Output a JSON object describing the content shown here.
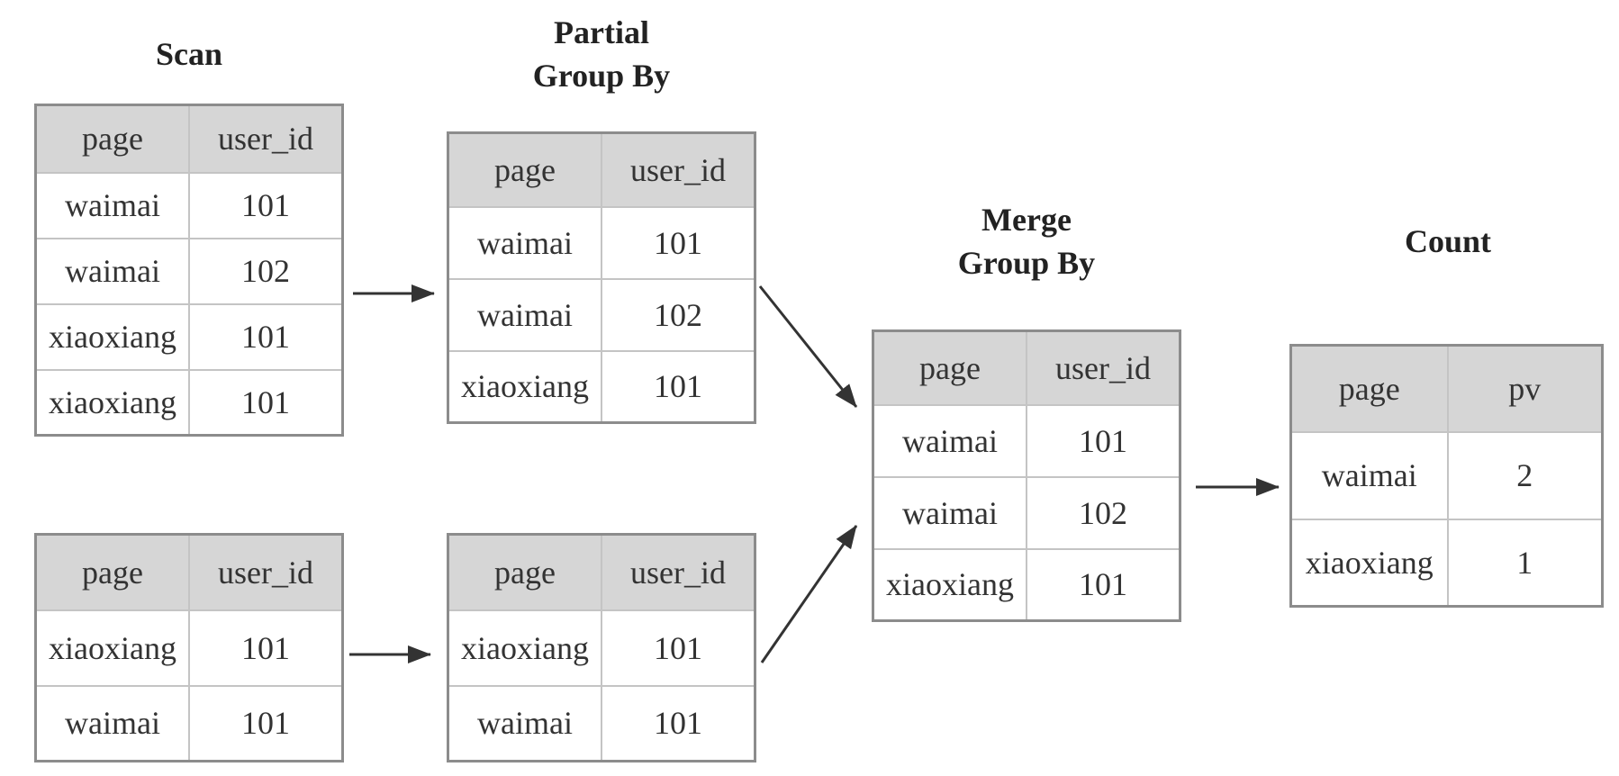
{
  "stages": {
    "scan": {
      "title": "Scan"
    },
    "partial": {
      "title_line1": "Partial",
      "title_line2": "Group By"
    },
    "merge": {
      "title_line1": "Merge",
      "title_line2": "Group By"
    },
    "count": {
      "title": "Count"
    }
  },
  "tables": {
    "scan_top": {
      "headers": [
        "page",
        "user_id"
      ],
      "rows": [
        [
          "waimai",
          "101"
        ],
        [
          "waimai",
          "102"
        ],
        [
          "xiaoxiang",
          "101"
        ],
        [
          "xiaoxiang",
          "101"
        ]
      ]
    },
    "scan_bottom": {
      "headers": [
        "page",
        "user_id"
      ],
      "rows": [
        [
          "xiaoxiang",
          "101"
        ],
        [
          "waimai",
          "101"
        ]
      ]
    },
    "partial_top": {
      "headers": [
        "page",
        "user_id"
      ],
      "rows": [
        [
          "waimai",
          "101"
        ],
        [
          "waimai",
          "102"
        ],
        [
          "xiaoxiang",
          "101"
        ]
      ]
    },
    "partial_bottom": {
      "headers": [
        "page",
        "user_id"
      ],
      "rows": [
        [
          "xiaoxiang",
          "101"
        ],
        [
          "waimai",
          "101"
        ]
      ]
    },
    "merge": {
      "headers": [
        "page",
        "user_id"
      ],
      "rows": [
        [
          "waimai",
          "101"
        ],
        [
          "waimai",
          "102"
        ],
        [
          "xiaoxiang",
          "101"
        ]
      ]
    },
    "count": {
      "headers": [
        "page",
        "pv"
      ],
      "rows": [
        [
          "waimai",
          "2"
        ],
        [
          "xiaoxiang",
          "1"
        ]
      ]
    }
  }
}
